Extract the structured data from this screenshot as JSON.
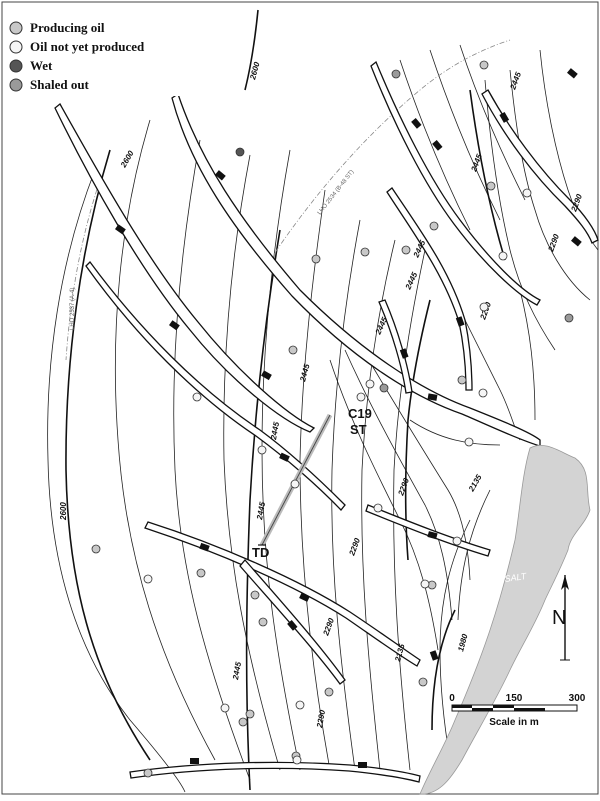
{
  "legend": {
    "items": [
      {
        "label": "Producing oil",
        "fill": "#c8c8c8"
      },
      {
        "label": "Oil not yet produced",
        "fill": "#f5f5f5"
      },
      {
        "label": "Wet",
        "fill": "#555555"
      },
      {
        "label": "Shaled out",
        "fill": "#9a9a9a"
      }
    ]
  },
  "labels": {
    "well_name": "C19",
    "well_suffix": "ST",
    "total_depth": "TD",
    "salt": "SALT",
    "north": "N"
  },
  "lease_lines": [
    "LHO 2537 (A-4)",
    "LHO 2534 (B-48 ST)"
  ],
  "contours": {
    "values": [
      "2600",
      "2445",
      "2290",
      "2135",
      "1980"
    ]
  },
  "scale": {
    "ticks": [
      "0",
      "150",
      "300"
    ],
    "unit_label": "Scale in m"
  },
  "colors": {
    "salt": "#d3d3d3",
    "producing": "#c8c8c8",
    "not_produced": "#f5f5f5",
    "wet": "#555555",
    "shaled": "#9a9a9a"
  }
}
